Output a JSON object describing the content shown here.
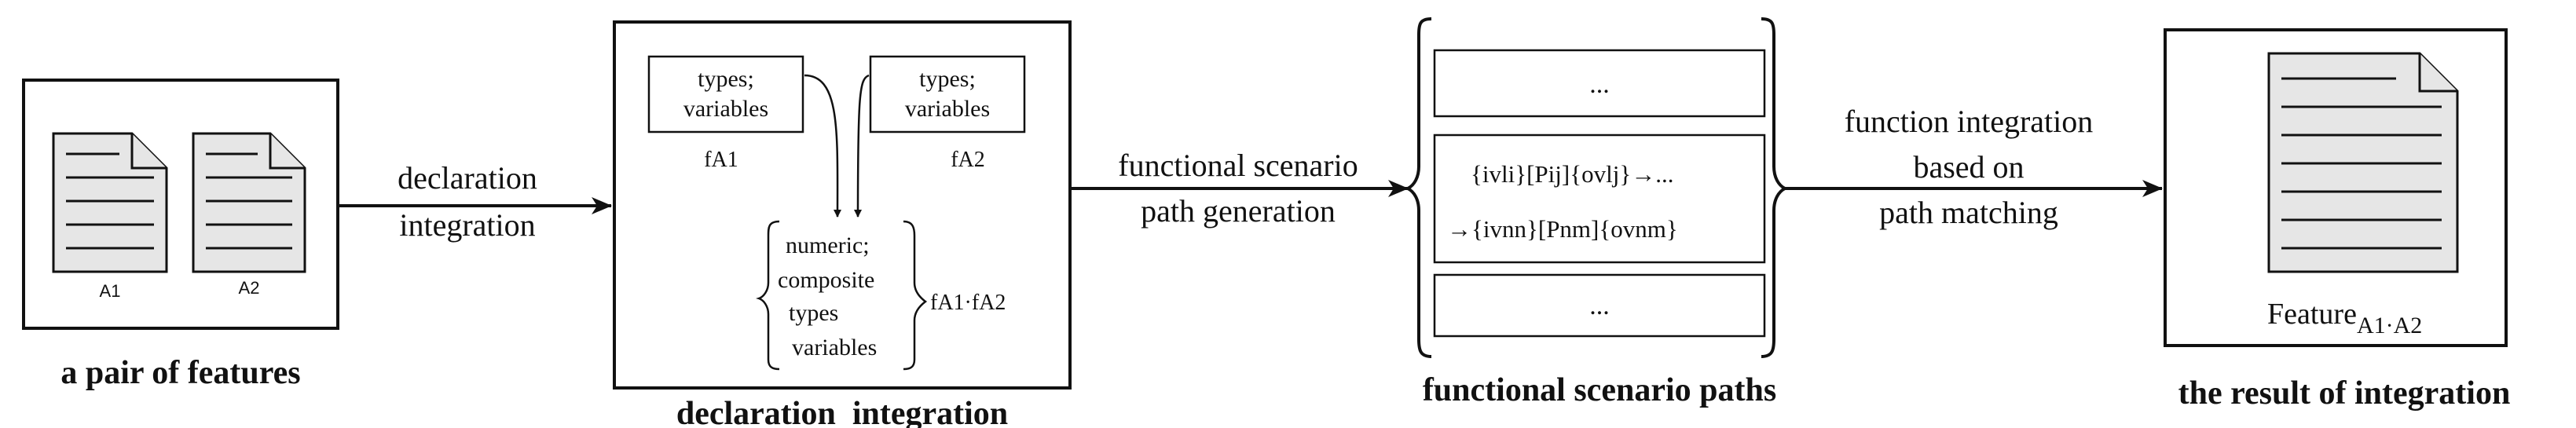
{
  "pair": {
    "doc1_label": "A1",
    "doc2_label": "A2",
    "caption": "a pair of features"
  },
  "arrow1": {
    "line1": "declaration",
    "line2": "integration"
  },
  "declaration": {
    "types_a1_line1": "types;",
    "types_a1_line2": "variables",
    "fa1_label": "fA1",
    "types_a2_line1": "types;",
    "types_a2_line2": "variables",
    "fa2_label": "fA2",
    "merged_line1": "numeric;",
    "merged_line2": "composite",
    "merged_line3": "types",
    "merged_line4": "variables",
    "merged_label": "fA1·fA2",
    "caption": "declaration  integration"
  },
  "arrow2": {
    "line1": "functional scenario",
    "line2": "path generation"
  },
  "paths": {
    "top_item": "...",
    "middle_line1": "{ivli}[Pij]{ovlj}→...",
    "middle_line2": "→{ivnn}[Pnm]{ovnm}",
    "bottom_item": "...",
    "caption": "functional scenario paths"
  },
  "arrow3": {
    "line1": "function integration",
    "line2": "based on",
    "line3": "path matching"
  },
  "result": {
    "feature_label": "Feature",
    "feature_subscript": "A1·A2",
    "caption": "the result of integration"
  }
}
